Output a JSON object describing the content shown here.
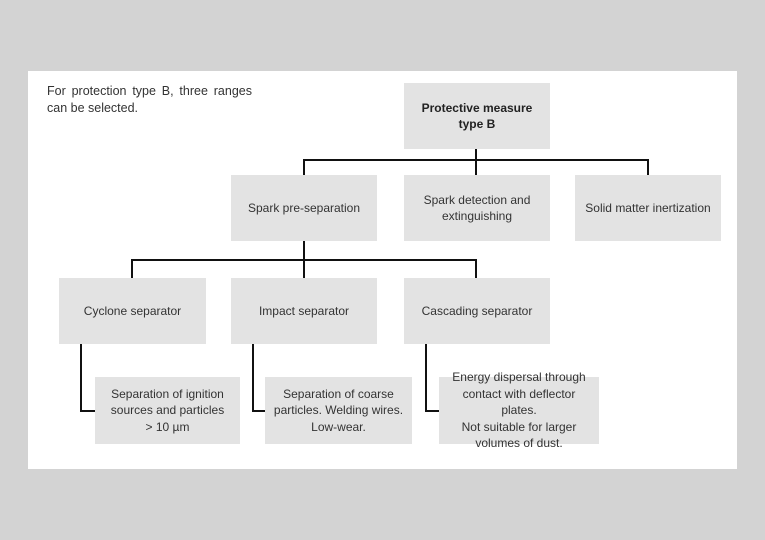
{
  "intro_text": "For protection type B, three ranges can be selected.",
  "root": {
    "label_line1": "Protective measure",
    "label_line2": "type B"
  },
  "level1": [
    {
      "label": "Spark pre-separation"
    },
    {
      "label_line1": "Spark detection and",
      "label_line2": "extinguishing"
    },
    {
      "label": "Solid matter inertization"
    }
  ],
  "level2": [
    {
      "label": "Cyclone separator"
    },
    {
      "label": "Impact separator"
    },
    {
      "label": "Cascading separator"
    }
  ],
  "descriptions": [
    {
      "lines": [
        "Separation of ignition",
        "sources and particles",
        "> 10 µm"
      ]
    },
    {
      "lines": [
        "Separation of coarse",
        "particles. Welding wires.",
        "Low-wear."
      ]
    },
    {
      "lines": [
        "Energy dispersal through",
        "contact with deflector plates.",
        "Not suitable for larger",
        "volumes of dust."
      ]
    }
  ]
}
